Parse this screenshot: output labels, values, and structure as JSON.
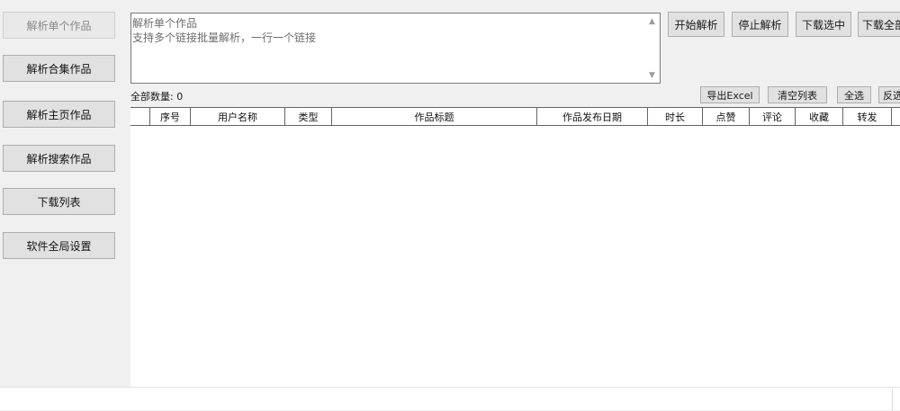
{
  "nav": {
    "items": [
      {
        "label": "解析单个作品",
        "active": true
      },
      {
        "label": "解析合集作品",
        "active": false
      },
      {
        "label": "解析主页作品",
        "active": false
      },
      {
        "label": "解析搜索作品",
        "active": false
      },
      {
        "label": "下载列表",
        "active": false
      },
      {
        "label": "软件全局设置",
        "active": false
      }
    ]
  },
  "input": {
    "line1": "解析单个作品",
    "line2": "支持多个链接批量解析，一行一个链接"
  },
  "actions": {
    "start": "开始解析",
    "stop": "停止解析",
    "download_selected": "下载选中",
    "download_all": "下载全部"
  },
  "list": {
    "count_label": "全部数量: 0",
    "export": "导出Excel",
    "clear": "清空列表",
    "select_all": "全选",
    "invert": "反选"
  },
  "table": {
    "columns": [
      "",
      "序号",
      "用户名称",
      "类型",
      "作品标题",
      "作品发布日期",
      "时长",
      "点赞",
      "评论",
      "收藏",
      "转发",
      ""
    ]
  }
}
